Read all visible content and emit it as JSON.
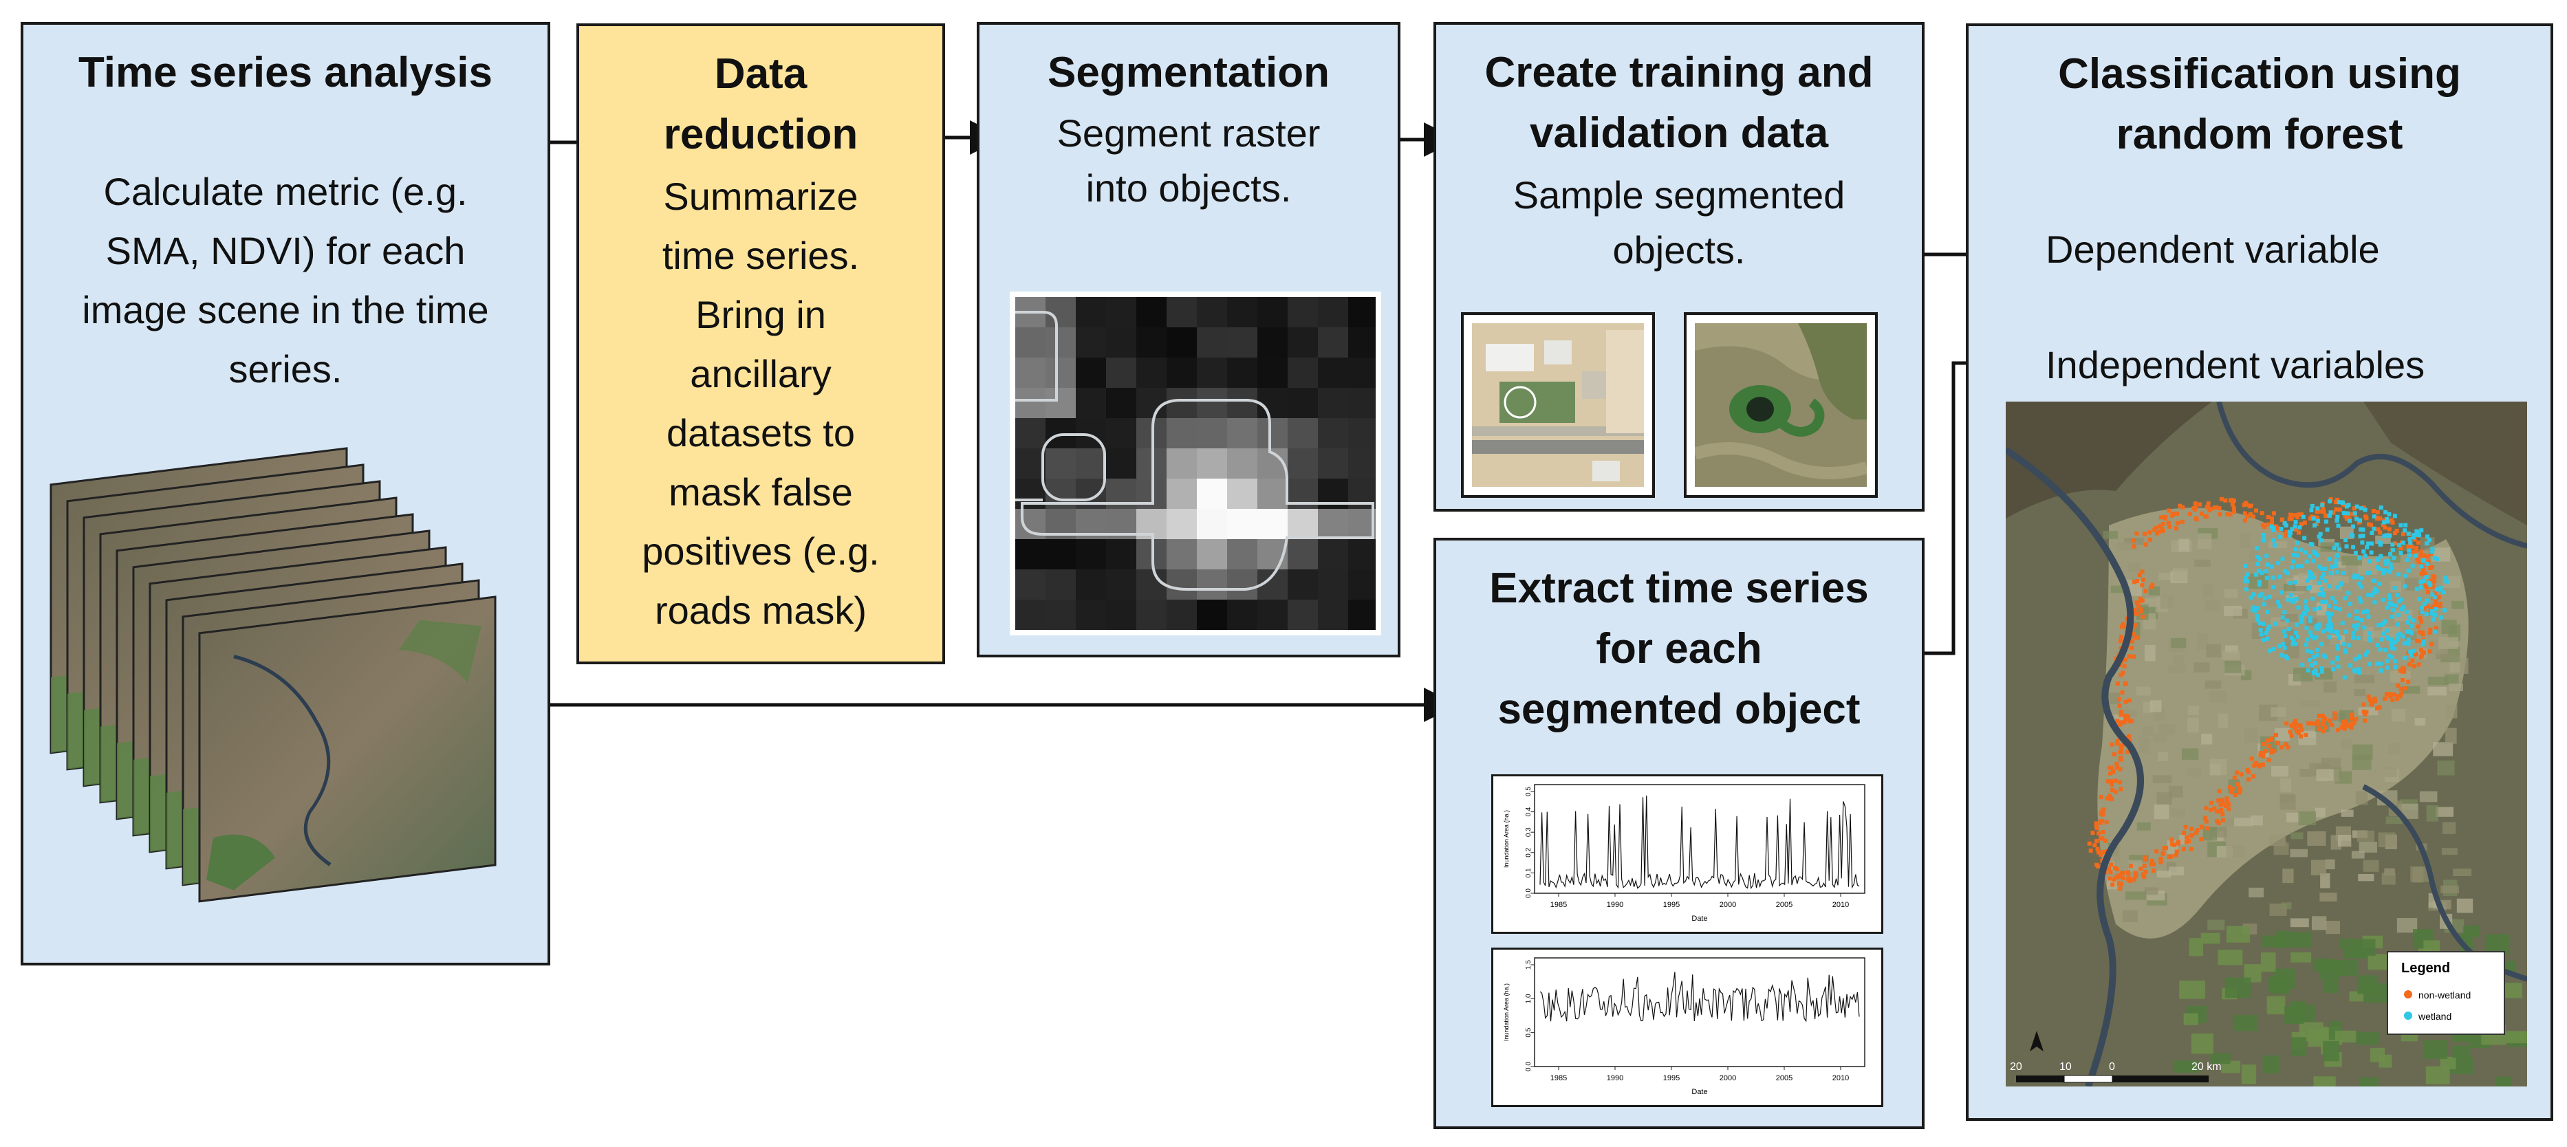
{
  "boxes": {
    "time_series": {
      "title": "Time series analysis",
      "body": [
        "Calculate metric (e.g.",
        "SMA, NDVI) for each",
        "image scene in the time",
        "series."
      ]
    },
    "data_reduction": {
      "title": [
        "Data",
        "reduction"
      ],
      "body": [
        "Summarize",
        "time series.",
        "Bring in",
        "ancillary",
        "datasets to",
        "mask false",
        "positives (e.g.",
        "roads mask)"
      ]
    },
    "segmentation": {
      "title": "Segmentation",
      "body": [
        "Segment raster",
        "into objects."
      ]
    },
    "training": {
      "title": [
        "Create training and",
        "validation data"
      ],
      "body": [
        "Sample segmented",
        "objects."
      ]
    },
    "extract": {
      "title": [
        "Extract time series",
        "for each",
        "segmented object"
      ]
    },
    "classification": {
      "title": [
        "Classification using",
        "random forest"
      ],
      "dependent": "Dependent variable",
      "independent": "Independent variables"
    }
  },
  "charts": {
    "top": {
      "ylabel": "Inundation Area (ha.)",
      "xlabel": "Date",
      "yticks": [
        "0.0",
        "0.1",
        "0.2",
        "0.3",
        "0.4",
        "0.5"
      ],
      "xticks": [
        "1985",
        "1990",
        "1995",
        "2000",
        "2005",
        "2010"
      ]
    },
    "bottom": {
      "ylabel": "Inundation Area (ha.)",
      "xlabel": "Date",
      "yticks": [
        "0.0",
        "0.5",
        "1.0",
        "1.5"
      ],
      "xticks": [
        "1985",
        "1990",
        "1995",
        "2000",
        "2005",
        "2010"
      ]
    }
  },
  "map": {
    "legend_title": "Legend",
    "legend_items": [
      {
        "label": "non-wetland",
        "color": "#f26a1b"
      },
      {
        "label": "wetland",
        "color": "#2ec7e6"
      }
    ],
    "scale_labels": [
      "20",
      "10",
      "0",
      "20 km"
    ],
    "north_arrow": "north-arrow-icon"
  },
  "colors": {
    "box_blue": "#d6e6f4",
    "box_yellow": "#fde49a",
    "border": "#1a1a1a"
  }
}
